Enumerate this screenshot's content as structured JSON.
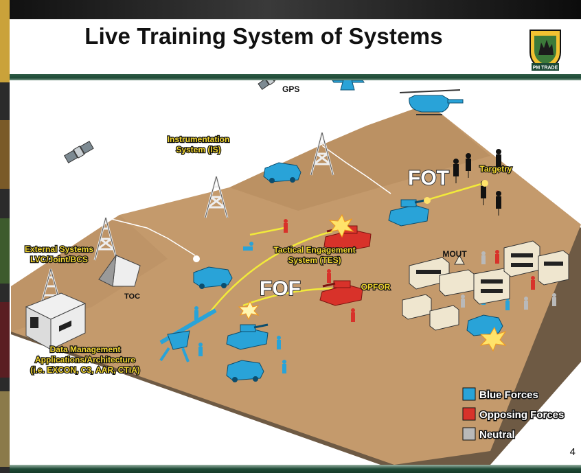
{
  "slide": {
    "title": "Live Training System of Systems",
    "page_number": "4",
    "logo_caption": "PM TRADE"
  },
  "labels": {
    "gps": "GPS",
    "instrumentation": [
      "Instrumentation",
      "System (IS)"
    ],
    "external": [
      "External Systems",
      "LVC/Joint/BCS"
    ],
    "toc": "TOC",
    "data_mgmt": [
      "Data Management",
      "Applications/Architecture",
      "(i.e. EXCON, C3, AAR, CTIA)"
    ],
    "tes": [
      "Tactical Engagement",
      "System (TES)"
    ],
    "fof": "FOF",
    "fot": "FOT",
    "targetry": "Targetry",
    "opfor": "OPFOR",
    "mout": "MOUT"
  },
  "legend": [
    {
      "label": "Blue Forces",
      "color": "#29a3d8"
    },
    {
      "label": "Opposing Forces",
      "color": "#d8322a"
    },
    {
      "label": "Neutral",
      "color": "#b9b9b9"
    }
  ],
  "colors": {
    "terrain": "#c49a6c",
    "blue_forces": "#29a3d8",
    "opposing_forces": "#d8322a",
    "neutral": "#b9b9b9",
    "rule_green": "#1e4a36",
    "label_yellow": "#f2d62e"
  }
}
